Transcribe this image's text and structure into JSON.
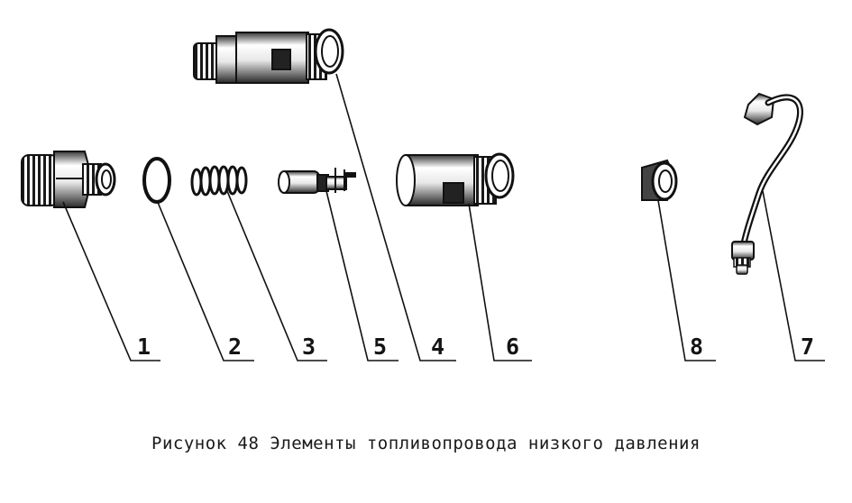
{
  "figure": {
    "caption": "Рисунок 48  Элементы топливопровода низкого давления",
    "callouts": [
      "1",
      "2",
      "3",
      "5",
      "4",
      "6",
      "8",
      "7"
    ]
  },
  "parts": [
    {
      "label": "1",
      "name": "fitting-with-hex"
    },
    {
      "label": "2",
      "name": "o-ring"
    },
    {
      "label": "3",
      "name": "spring"
    },
    {
      "label": "5",
      "name": "valve"
    },
    {
      "label": "4",
      "name": "long-threaded-sleeve"
    },
    {
      "label": "6",
      "name": "short-threaded-sleeve"
    },
    {
      "label": "8",
      "name": "nut"
    },
    {
      "label": "7",
      "name": "fuel-tube"
    }
  ],
  "colors": {
    "ink": "#141414",
    "paper": "#ffffff"
  }
}
